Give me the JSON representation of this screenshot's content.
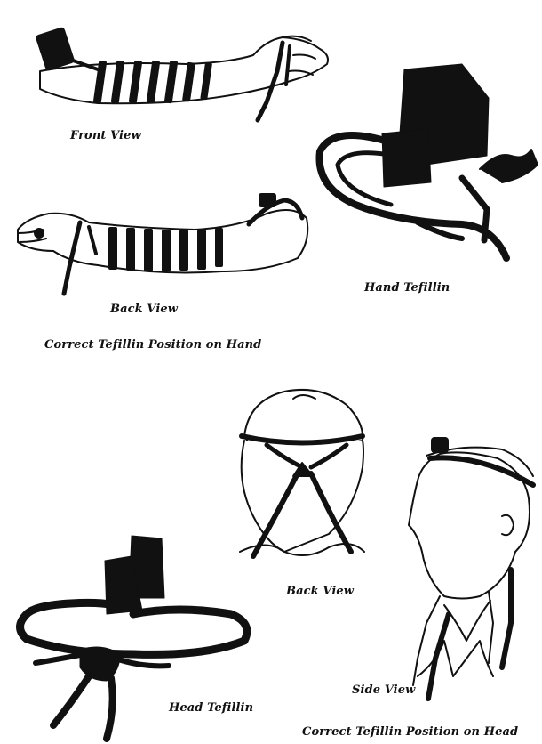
{
  "captions": {
    "front_view": "Front View",
    "back_view_hand": "Back View",
    "correct_hand": "Correct Tefillin Position on Hand",
    "hand_tefillin": "Hand Tefillin",
    "back_view_head": "Back View",
    "side_view": "Side View",
    "head_tefillin": "Head Tefillin",
    "correct_head": "Correct Tefillin Position on Head"
  },
  "colors": {
    "ink": "#111111",
    "paper": "#ffffff"
  }
}
